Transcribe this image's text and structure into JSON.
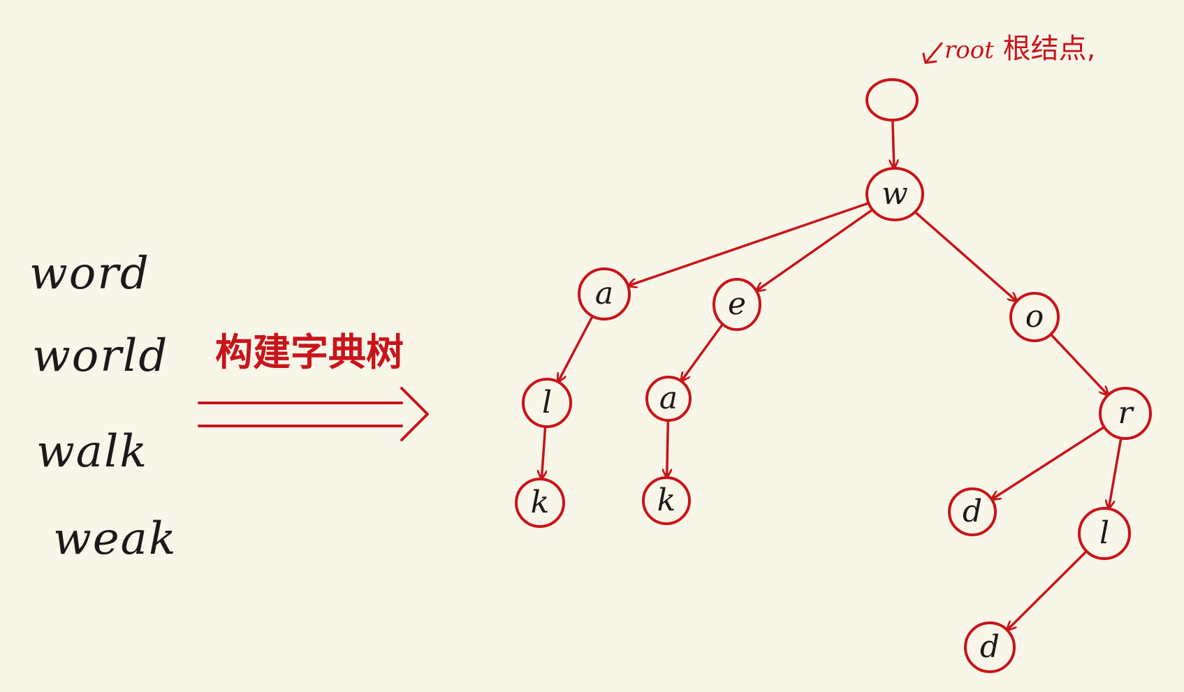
{
  "words": [
    "word",
    "world",
    "walk",
    "weak"
  ],
  "caption": "构建字典树",
  "root_note": {
    "prefix": "root",
    "text": "根结点,"
  },
  "colors": {
    "ink": "#1a1a1a",
    "accent": "#c8141a",
    "background": "#f8f5e9"
  },
  "tree": {
    "nodes": [
      {
        "id": "root",
        "label": ""
      },
      {
        "id": "w",
        "label": "w"
      },
      {
        "id": "a1",
        "label": "a"
      },
      {
        "id": "e",
        "label": "e"
      },
      {
        "id": "o",
        "label": "o"
      },
      {
        "id": "l1",
        "label": "l"
      },
      {
        "id": "a2",
        "label": "a"
      },
      {
        "id": "r",
        "label": "r"
      },
      {
        "id": "k1",
        "label": "k"
      },
      {
        "id": "k2",
        "label": "k"
      },
      {
        "id": "d1",
        "label": "d"
      },
      {
        "id": "l2",
        "label": "l"
      },
      {
        "id": "d2",
        "label": "d"
      }
    ],
    "edges": [
      [
        "root",
        "w"
      ],
      [
        "w",
        "a1"
      ],
      [
        "w",
        "e"
      ],
      [
        "w",
        "o"
      ],
      [
        "a1",
        "l1"
      ],
      [
        "l1",
        "k1"
      ],
      [
        "e",
        "a2"
      ],
      [
        "a2",
        "k2"
      ],
      [
        "o",
        "r"
      ],
      [
        "r",
        "d1"
      ],
      [
        "r",
        "l2"
      ],
      [
        "l2",
        "d2"
      ]
    ]
  }
}
